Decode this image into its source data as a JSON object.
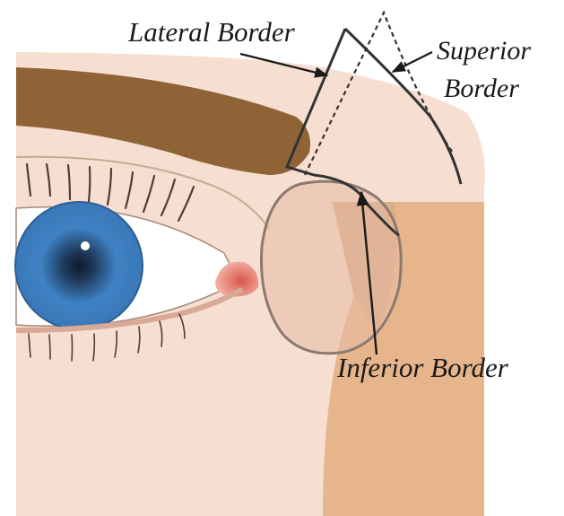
{
  "labels": {
    "lateral": "Lateral Border",
    "superior_line1": "Superior",
    "superior_line2": "Border",
    "inferior": "Inferior Border"
  },
  "colors": {
    "skin": "#f6dfd1",
    "skin_shadow": "#e9c3a6",
    "temple": "#e7b58c",
    "temple_dark": "#c9a27a",
    "brow": "#8f6336",
    "iris": "#3f82c4",
    "iris_edge": "#2b5e93",
    "pupil": "#13233a",
    "caruncle": "#e57b72",
    "lashes": "#5a3a2a",
    "outline": "#7a6a60",
    "label_ink": "#1a1a1a"
  },
  "icons": {
    "arrow": "arrow-icon"
  }
}
